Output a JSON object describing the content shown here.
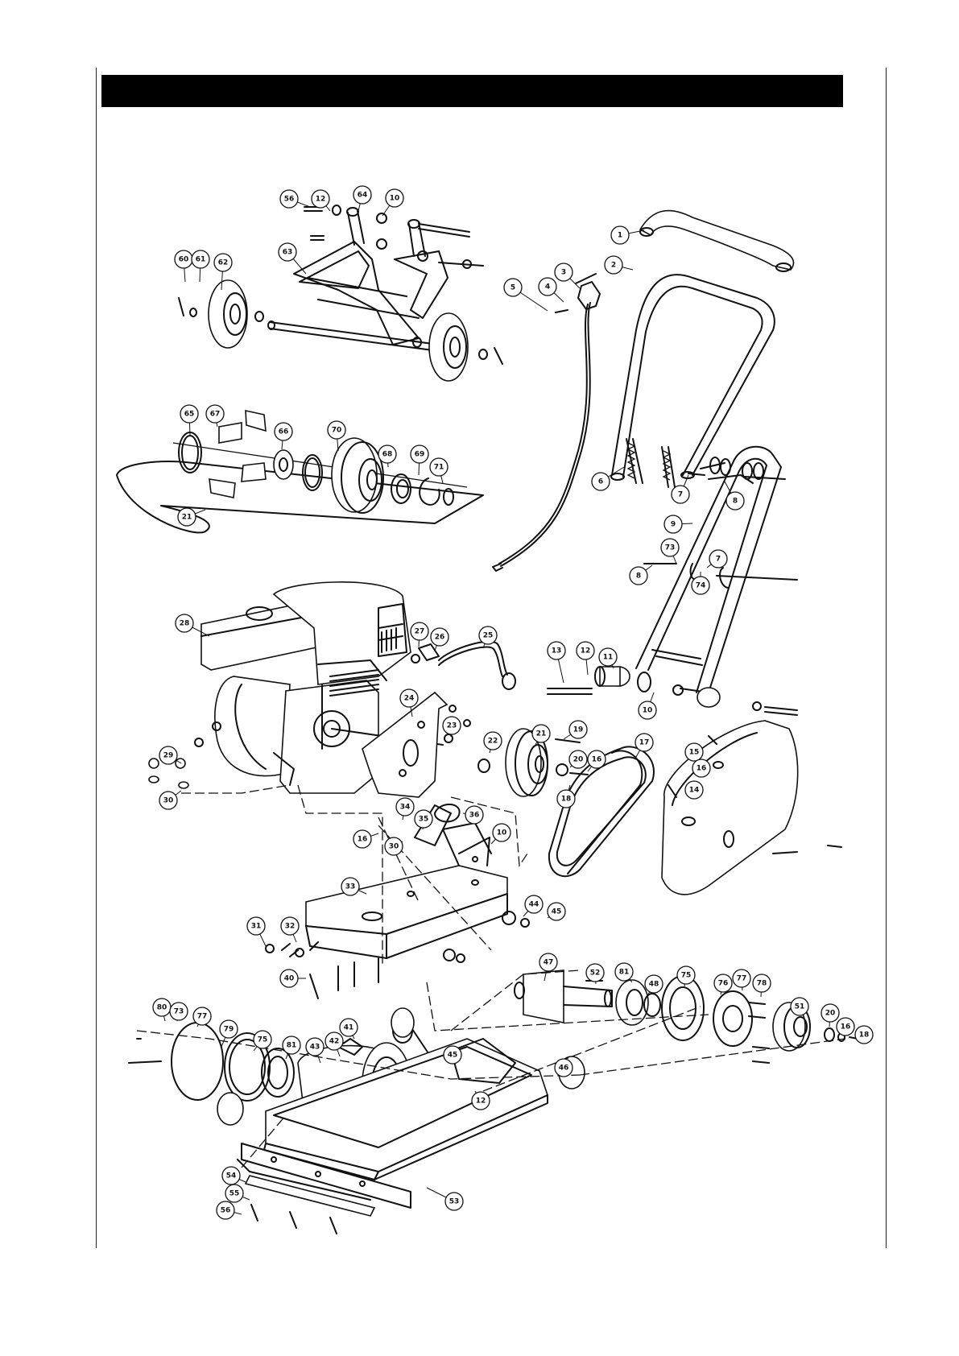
{
  "callouts": [
    {
      "label": "56"
    },
    {
      "label": "12"
    },
    {
      "label": "64"
    },
    {
      "label": "10"
    },
    {
      "label": "60"
    },
    {
      "label": "61"
    },
    {
      "label": "62"
    },
    {
      "label": "63"
    },
    {
      "label": "1"
    },
    {
      "label": "2"
    },
    {
      "label": "3"
    },
    {
      "label": "4"
    },
    {
      "label": "5"
    },
    {
      "label": "65"
    },
    {
      "label": "67"
    },
    {
      "label": "66"
    },
    {
      "label": "70"
    },
    {
      "label": "68"
    },
    {
      "label": "69"
    },
    {
      "label": "71"
    },
    {
      "label": "21"
    },
    {
      "label": "6"
    },
    {
      "label": "7"
    },
    {
      "label": "8"
    },
    {
      "label": "9"
    },
    {
      "label": "73"
    },
    {
      "label": "7"
    },
    {
      "label": "8"
    },
    {
      "label": "74"
    },
    {
      "label": "28"
    },
    {
      "label": "27"
    },
    {
      "label": "26"
    },
    {
      "label": "25"
    },
    {
      "label": "13"
    },
    {
      "label": "12"
    },
    {
      "label": "11"
    },
    {
      "label": "10"
    },
    {
      "label": "24"
    },
    {
      "label": "23"
    },
    {
      "label": "22"
    },
    {
      "label": "21"
    },
    {
      "label": "19"
    },
    {
      "label": "20"
    },
    {
      "label": "16"
    },
    {
      "label": "18"
    },
    {
      "label": "17"
    },
    {
      "label": "15"
    },
    {
      "label": "16"
    },
    {
      "label": "14"
    },
    {
      "label": "29"
    },
    {
      "label": "30"
    },
    {
      "label": "34"
    },
    {
      "label": "35"
    },
    {
      "label": "36"
    },
    {
      "label": "16"
    },
    {
      "label": "30"
    },
    {
      "label": "10"
    },
    {
      "label": "33"
    },
    {
      "label": "44"
    },
    {
      "label": "45"
    },
    {
      "label": "31"
    },
    {
      "label": "32"
    },
    {
      "label": "40"
    },
    {
      "label": "47"
    },
    {
      "label": "52"
    },
    {
      "label": "81"
    },
    {
      "label": "48"
    },
    {
      "label": "75"
    },
    {
      "label": "76"
    },
    {
      "label": "77"
    },
    {
      "label": "78"
    },
    {
      "label": "51"
    },
    {
      "label": "20"
    },
    {
      "label": "16"
    },
    {
      "label": "18"
    },
    {
      "label": "80"
    },
    {
      "label": "73"
    },
    {
      "label": "77"
    },
    {
      "label": "79"
    },
    {
      "label": "75"
    },
    {
      "label": "81"
    },
    {
      "label": "43"
    },
    {
      "label": "42"
    },
    {
      "label": "41"
    },
    {
      "label": "45"
    },
    {
      "label": "12"
    },
    {
      "label": "46"
    },
    {
      "label": "54"
    },
    {
      "label": "55"
    },
    {
      "label": "56"
    },
    {
      "label": "53"
    }
  ]
}
